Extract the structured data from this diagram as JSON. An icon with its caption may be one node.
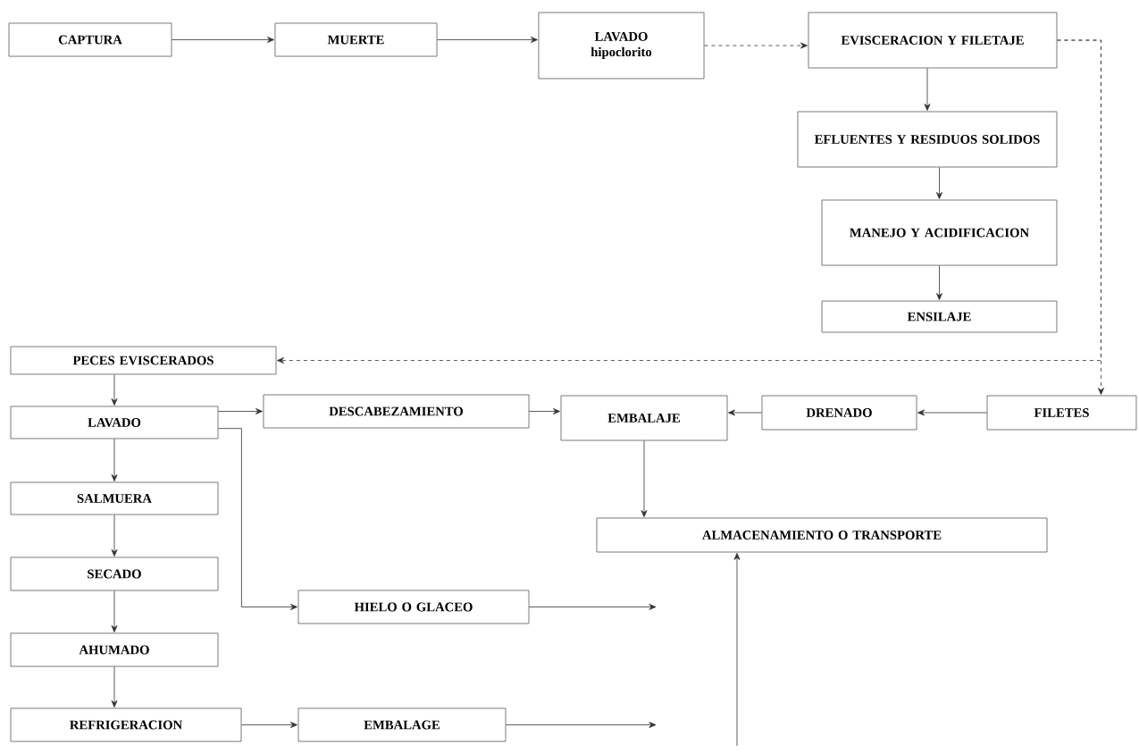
{
  "diagram": {
    "nodes": [
      {
        "text": [
          "CAPTURA"
        ]
      },
      {
        "text": [
          "MUERTE"
        ]
      },
      {
        "text": [
          "LAVADO",
          "hipoclorito"
        ]
      },
      {
        "text": [
          "EVISCERACION Y FILETAJE"
        ]
      },
      {
        "text": [
          "EFLUENTES Y RESIDUOS SOLIDOS"
        ]
      },
      {
        "text": [
          "MANEJO Y ACIDIFICACION"
        ]
      },
      {
        "text": [
          "ENSILAJE"
        ]
      },
      {
        "text": [
          "PECES EVISCERADOS"
        ]
      },
      {
        "text": [
          "LAVADO"
        ]
      },
      {
        "text": [
          "DESCABEZAMIENTO"
        ]
      },
      {
        "text": [
          "EMBALAJE"
        ]
      },
      {
        "text": [
          "DRENADO"
        ]
      },
      {
        "text": [
          "FILETES"
        ]
      },
      {
        "text": [
          "ALMACENAMIENTO O TRANSPORTE"
        ]
      },
      {
        "text": [
          "SALMUERA"
        ]
      },
      {
        "text": [
          "SECADO"
        ]
      },
      {
        "text": [
          "HIELO O GLACEO"
        ]
      },
      {
        "text": [
          "AHUMADO"
        ]
      },
      {
        "text": [
          "REFRIGERACION"
        ]
      },
      {
        "text": [
          "EMBALAGE"
        ]
      }
    ],
    "edges": [
      {
        "from": 0,
        "to": 1,
        "arrow": "to"
      },
      {
        "from": 1,
        "to": 2,
        "arrow": "to"
      },
      {
        "from": 2,
        "to": 3,
        "arrow": "to",
        "style": "dashed"
      },
      {
        "from": 3,
        "to": 4,
        "arrow": "to"
      },
      {
        "from": 4,
        "to": 5,
        "arrow": "to"
      },
      {
        "from": 5,
        "to": 6,
        "arrow": "to"
      },
      {
        "from": 3,
        "to": 12,
        "arrow": "to",
        "style": "dashed"
      },
      {
        "from": 3,
        "to": 7,
        "arrow": "to",
        "style": "dashed"
      },
      {
        "from": 7,
        "to": 8,
        "arrow": "to"
      },
      {
        "from": 8,
        "to": 9,
        "arrow": "to"
      },
      {
        "from": 8,
        "to": 16,
        "arrow": "to"
      },
      {
        "from": 8,
        "to": 14,
        "arrow": "to"
      },
      {
        "from": 14,
        "to": 15,
        "arrow": "to"
      },
      {
        "from": 15,
        "to": 17,
        "arrow": "to"
      },
      {
        "from": 17,
        "to": 18,
        "arrow": "to"
      },
      {
        "from": 18,
        "to": 19,
        "arrow": "to"
      },
      {
        "from": 9,
        "to": 10,
        "arrow": "to"
      },
      {
        "from": 11,
        "to": 10,
        "arrow": "to"
      },
      {
        "from": 12,
        "to": 11,
        "arrow": "to"
      },
      {
        "from": 10,
        "to": 13,
        "arrow": "to"
      },
      {
        "from": 16,
        "to": null,
        "arrow": "to"
      },
      {
        "from": 19,
        "to": null,
        "arrow": "to"
      },
      {
        "from": null,
        "to": 13,
        "arrow": "to"
      }
    ]
  }
}
